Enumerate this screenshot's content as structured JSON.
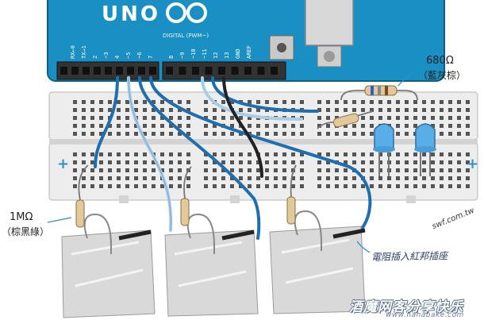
{
  "board": {
    "logo_text": "UNO",
    "header_label": "DIGITAL (PWM~)",
    "pin_labels": [
      "RX←0",
      "TX→1",
      "2",
      "~3",
      "4",
      "~5",
      "~6",
      "7",
      "8",
      "~9",
      "~10",
      "~11",
      "12",
      "13",
      "GND",
      "AREF"
    ]
  },
  "annotations": {
    "resistor_680": "680Ω",
    "resistor_680_colors": "（藍灰棕）",
    "resistor_1m": "1MΩ",
    "resistor_1m_colors": "（棕黑綠）",
    "resistor_insert_note": "電阻插入紅邦插座",
    "plus_sign": "+"
  },
  "watermark": {
    "text": "酒魔网客分享快乐",
    "url": "www.hahabake.com",
    "side_tag": "swf.com.tw"
  },
  "colors": {
    "board_blue": "#1a8fc4",
    "wire_blue": "#1f6fb0",
    "wire_lightblue": "#a9cde8",
    "wire_black": "#222222",
    "led_blue": "#5aaee8",
    "breadboard": "#ededed",
    "plus_blue": "#2b8fd0",
    "bag": "#d9d9d9"
  }
}
